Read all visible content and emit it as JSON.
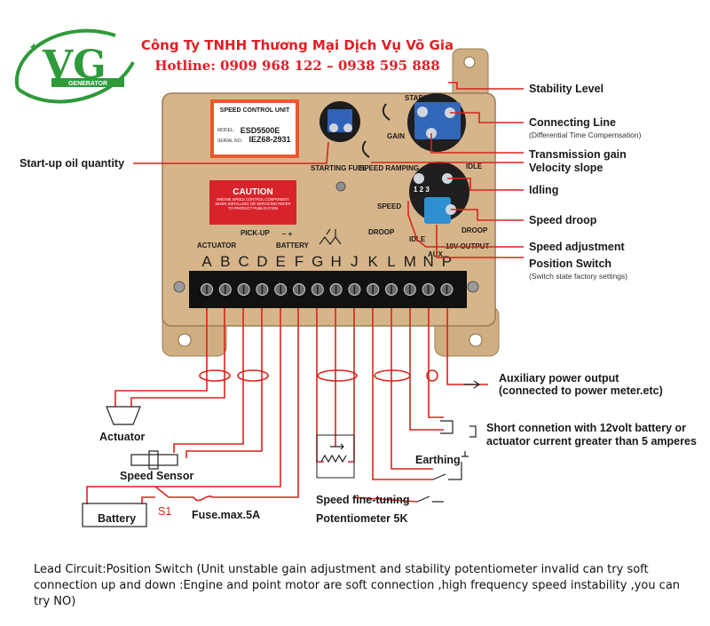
{
  "header": {
    "company": "Công Ty TNHH Thương Mại Dịch Vụ Võ Gia",
    "hotline": "Hotline: 0909 968 122 – 0938 595 888"
  },
  "logo": {
    "letters": "VG",
    "tagline": "GENERATOR"
  },
  "unit": {
    "title": "SPEED CONTROL UNIT",
    "model_label": "MODEL:",
    "model": "ESD5500E",
    "serial_label": "SERIAL NO:",
    "serial": "IEZ68-2931",
    "caution": "CAUTION",
    "caution_text": "ENGINE SPEED CONTROL COMPONENT WHEN INSTALLING OR SERVICING REFER TO PRODUCT PUBLICATION",
    "stability": "STABILITY",
    "gain": "GAIN",
    "starting_fuel": "STARTING FUEL",
    "speed_ramping": "SPEED RAMPING",
    "idle": "IDLE",
    "speed": "SPEED",
    "droop": "DROOP",
    "dip": "1 2 3",
    "group_actuator": "ACTUATOR",
    "group_pickup": "PICK-UP",
    "group_battery": "BATTERY",
    "battery_signs": "–  +",
    "group_droop": "DROOP",
    "group_idle": "IDLE",
    "group_aux": "AUX",
    "group_output": "10V OUTPUT",
    "terminals": [
      "A",
      "B",
      "C",
      "D",
      "E",
      "F",
      "G",
      "H",
      "J",
      "K",
      "L",
      "M",
      "N",
      "P"
    ]
  },
  "right_labels": {
    "stability_level": "Stability Level",
    "connecting_line": "Connecting Line",
    "connecting_line_sub": "(Differential Time Compemsation)",
    "transmission_gain": "Transmission gain",
    "velocity_slope": "Velocity  slope",
    "idling": "Idling",
    "speed_droop": "Speed droop",
    "speed_adjustment": "Speed adjustment",
    "position_switch": "Position Switch",
    "position_switch_sub": "(Switch state factory settings)"
  },
  "left_labels": {
    "startup_oil": "Start-up oil quantity"
  },
  "wiring": {
    "actuator": "Actuator",
    "speed_sensor": "Speed Sensor",
    "battery": "Battery",
    "s1": "S1",
    "fuse": "Fuse.max.5A",
    "aux_output": "Auxiliary power output",
    "aux_output_sub": "(connected to power meter.etc)",
    "short_connection_1": "Short connetion with 12volt battery or",
    "short_connection_2": "actuator current greater than 5 amperes",
    "earthing": "Earthing",
    "speed_fine_tuning": "Speed fine-tuning",
    "potentiometer": "Potentiometer 5K"
  },
  "footnote": "Lead Circuit:Position Switch (Unit unstable  gain adjustment and stability potentiometer invalid can try soft connection up and down :Engine and point motor are soft connection ,high frequency speed instability ,you can try NO)",
  "colors": {
    "brand_red": "#e01f26",
    "brand_green": "#2e9a3a",
    "panel": "#d6b58a",
    "wire": "#d9241c"
  }
}
